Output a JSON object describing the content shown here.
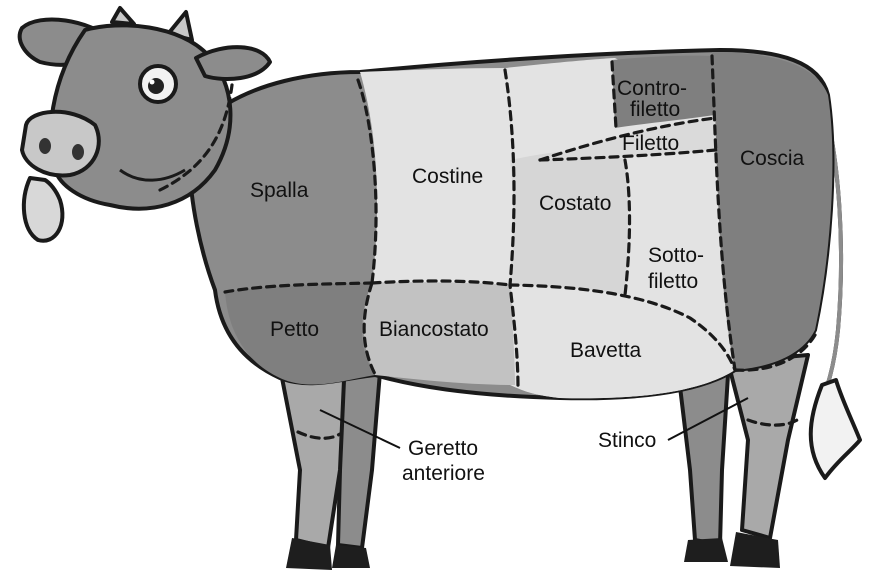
{
  "colors": {
    "dark_region": "#7f7f7f",
    "medium_region": "#c2c2c2",
    "light_region": "#e3e3e3",
    "body_gray": "#8c8c8c",
    "leg_light": "#a9a9a9",
    "hoof": "#1e1e1e",
    "outline": "#1a1a1a"
  },
  "cuts": {
    "spalla": "Spalla",
    "costine": "Costine",
    "controfiletto_1": "Contro-",
    "controfiletto_2": "filetto",
    "filetto": "Filetto",
    "costato": "Costato",
    "sottofiletto_1": "Sotto-",
    "sottofiletto_2": "filetto",
    "coscia": "Coscia",
    "petto": "Petto",
    "biancostato": "Biancostato",
    "bavetta": "Bavetta",
    "geretto_anteriore_1": "Geretto",
    "geretto_anteriore_2": "anteriore",
    "stinco": "Stinco"
  }
}
